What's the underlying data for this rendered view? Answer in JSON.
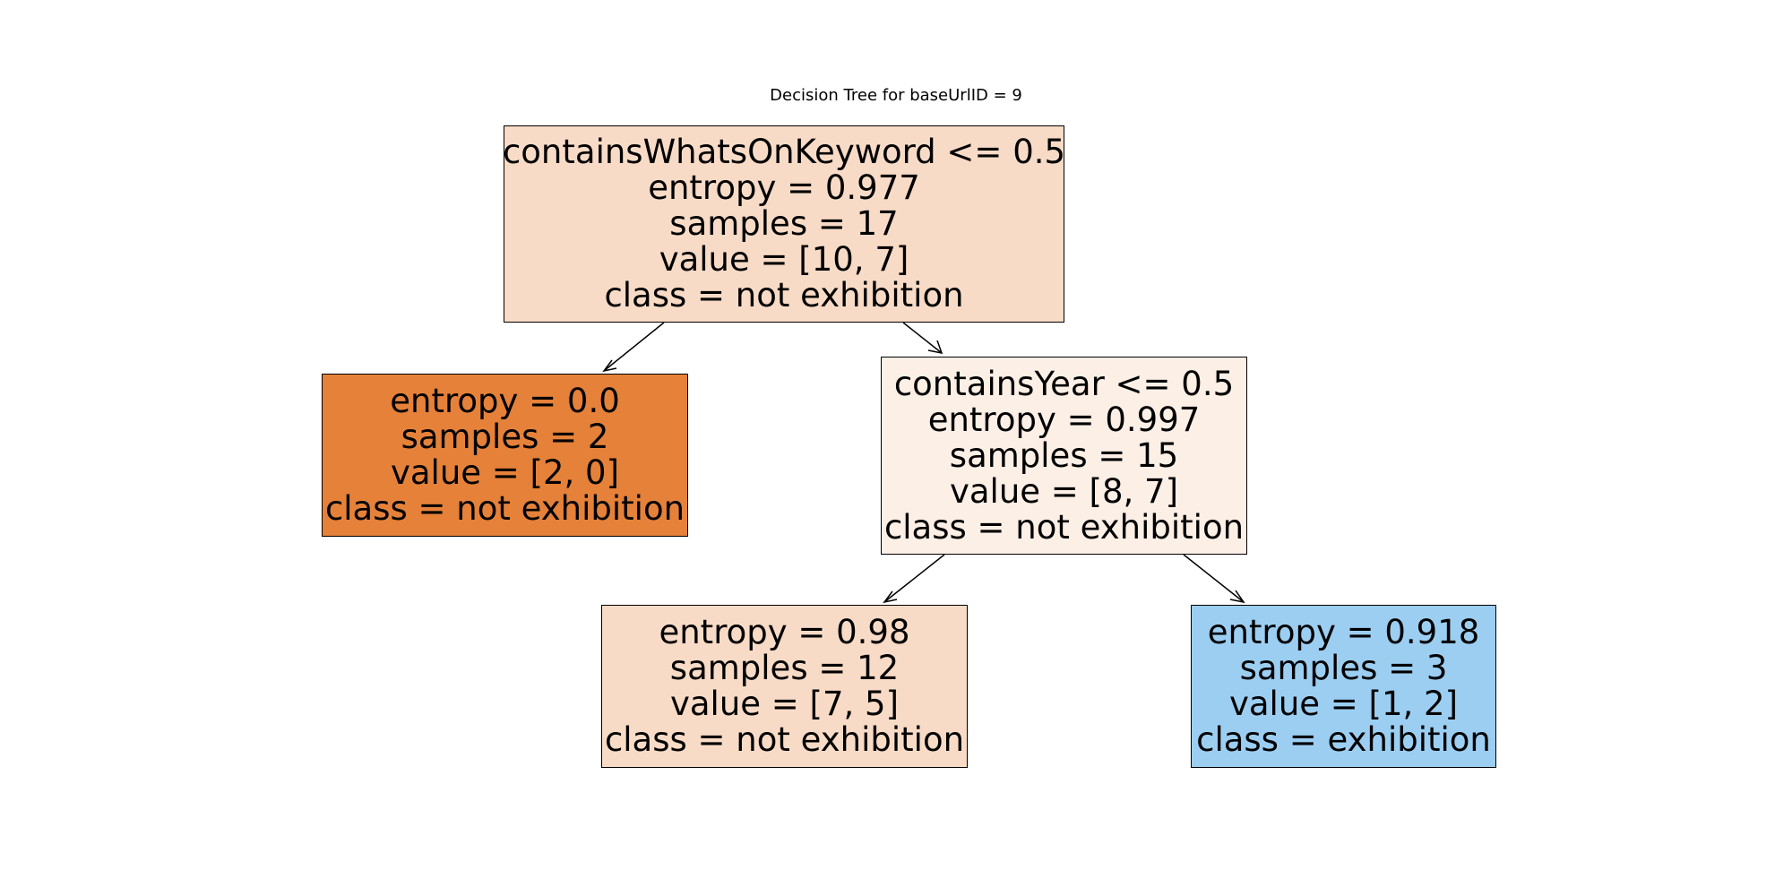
{
  "title": "Decision Tree for baseUrlID = 9",
  "nodes": [
    {
      "id": "root",
      "split": "containsWhatsOnKeyword <= 0.5",
      "entropy": "entropy = 0.977",
      "samples": "samples = 17",
      "value": "value = [10, 7]",
      "class": "class = not exhibition",
      "fill": "#f8dbc6"
    },
    {
      "id": "left-leaf",
      "entropy": "entropy = 0.0",
      "samples": "samples = 2",
      "value": "value = [2, 0]",
      "class": "class = not exhibition",
      "fill": "#e58139"
    },
    {
      "id": "right-split",
      "split": "containsYear <= 0.5",
      "entropy": "entropy = 0.997",
      "samples": "samples = 15",
      "value": "value = [8, 7]",
      "class": "class = not exhibition",
      "fill": "#fcefe6"
    },
    {
      "id": "left-right-leaf",
      "entropy": "entropy = 0.98",
      "samples": "samples = 12",
      "value": "value = [7, 5]",
      "class": "class = not exhibition",
      "fill": "#f8dbc6"
    },
    {
      "id": "right-right-leaf",
      "entropy": "entropy = 0.918",
      "samples": "samples = 3",
      "value": "value = [1, 2]",
      "class": "class = exhibition",
      "fill": "#9ccef2"
    }
  ]
}
